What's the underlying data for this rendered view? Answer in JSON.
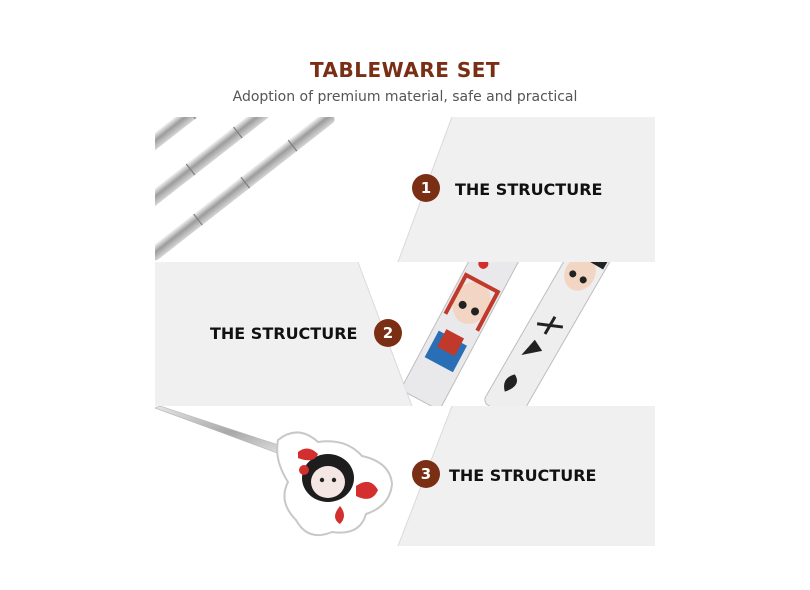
{
  "header": {
    "title": "TABLEWARE SET",
    "subtitle": "Adoption of premium material, safe and practical"
  },
  "colors": {
    "accent": "#7a2e14",
    "band_bg": "#f0f0f0",
    "text": "#111111",
    "subtitle": "#555555"
  },
  "sections": [
    {
      "number": "1",
      "label": "THE STRUCTURE",
      "image": "stainless-chopsticks"
    },
    {
      "number": "2",
      "label": "THE STRUCTURE",
      "image": "peking-opera-chopstick-handles"
    },
    {
      "number": "3",
      "label": "THE STRUCTURE",
      "image": "spoon-with-opera-doll-handle"
    }
  ]
}
